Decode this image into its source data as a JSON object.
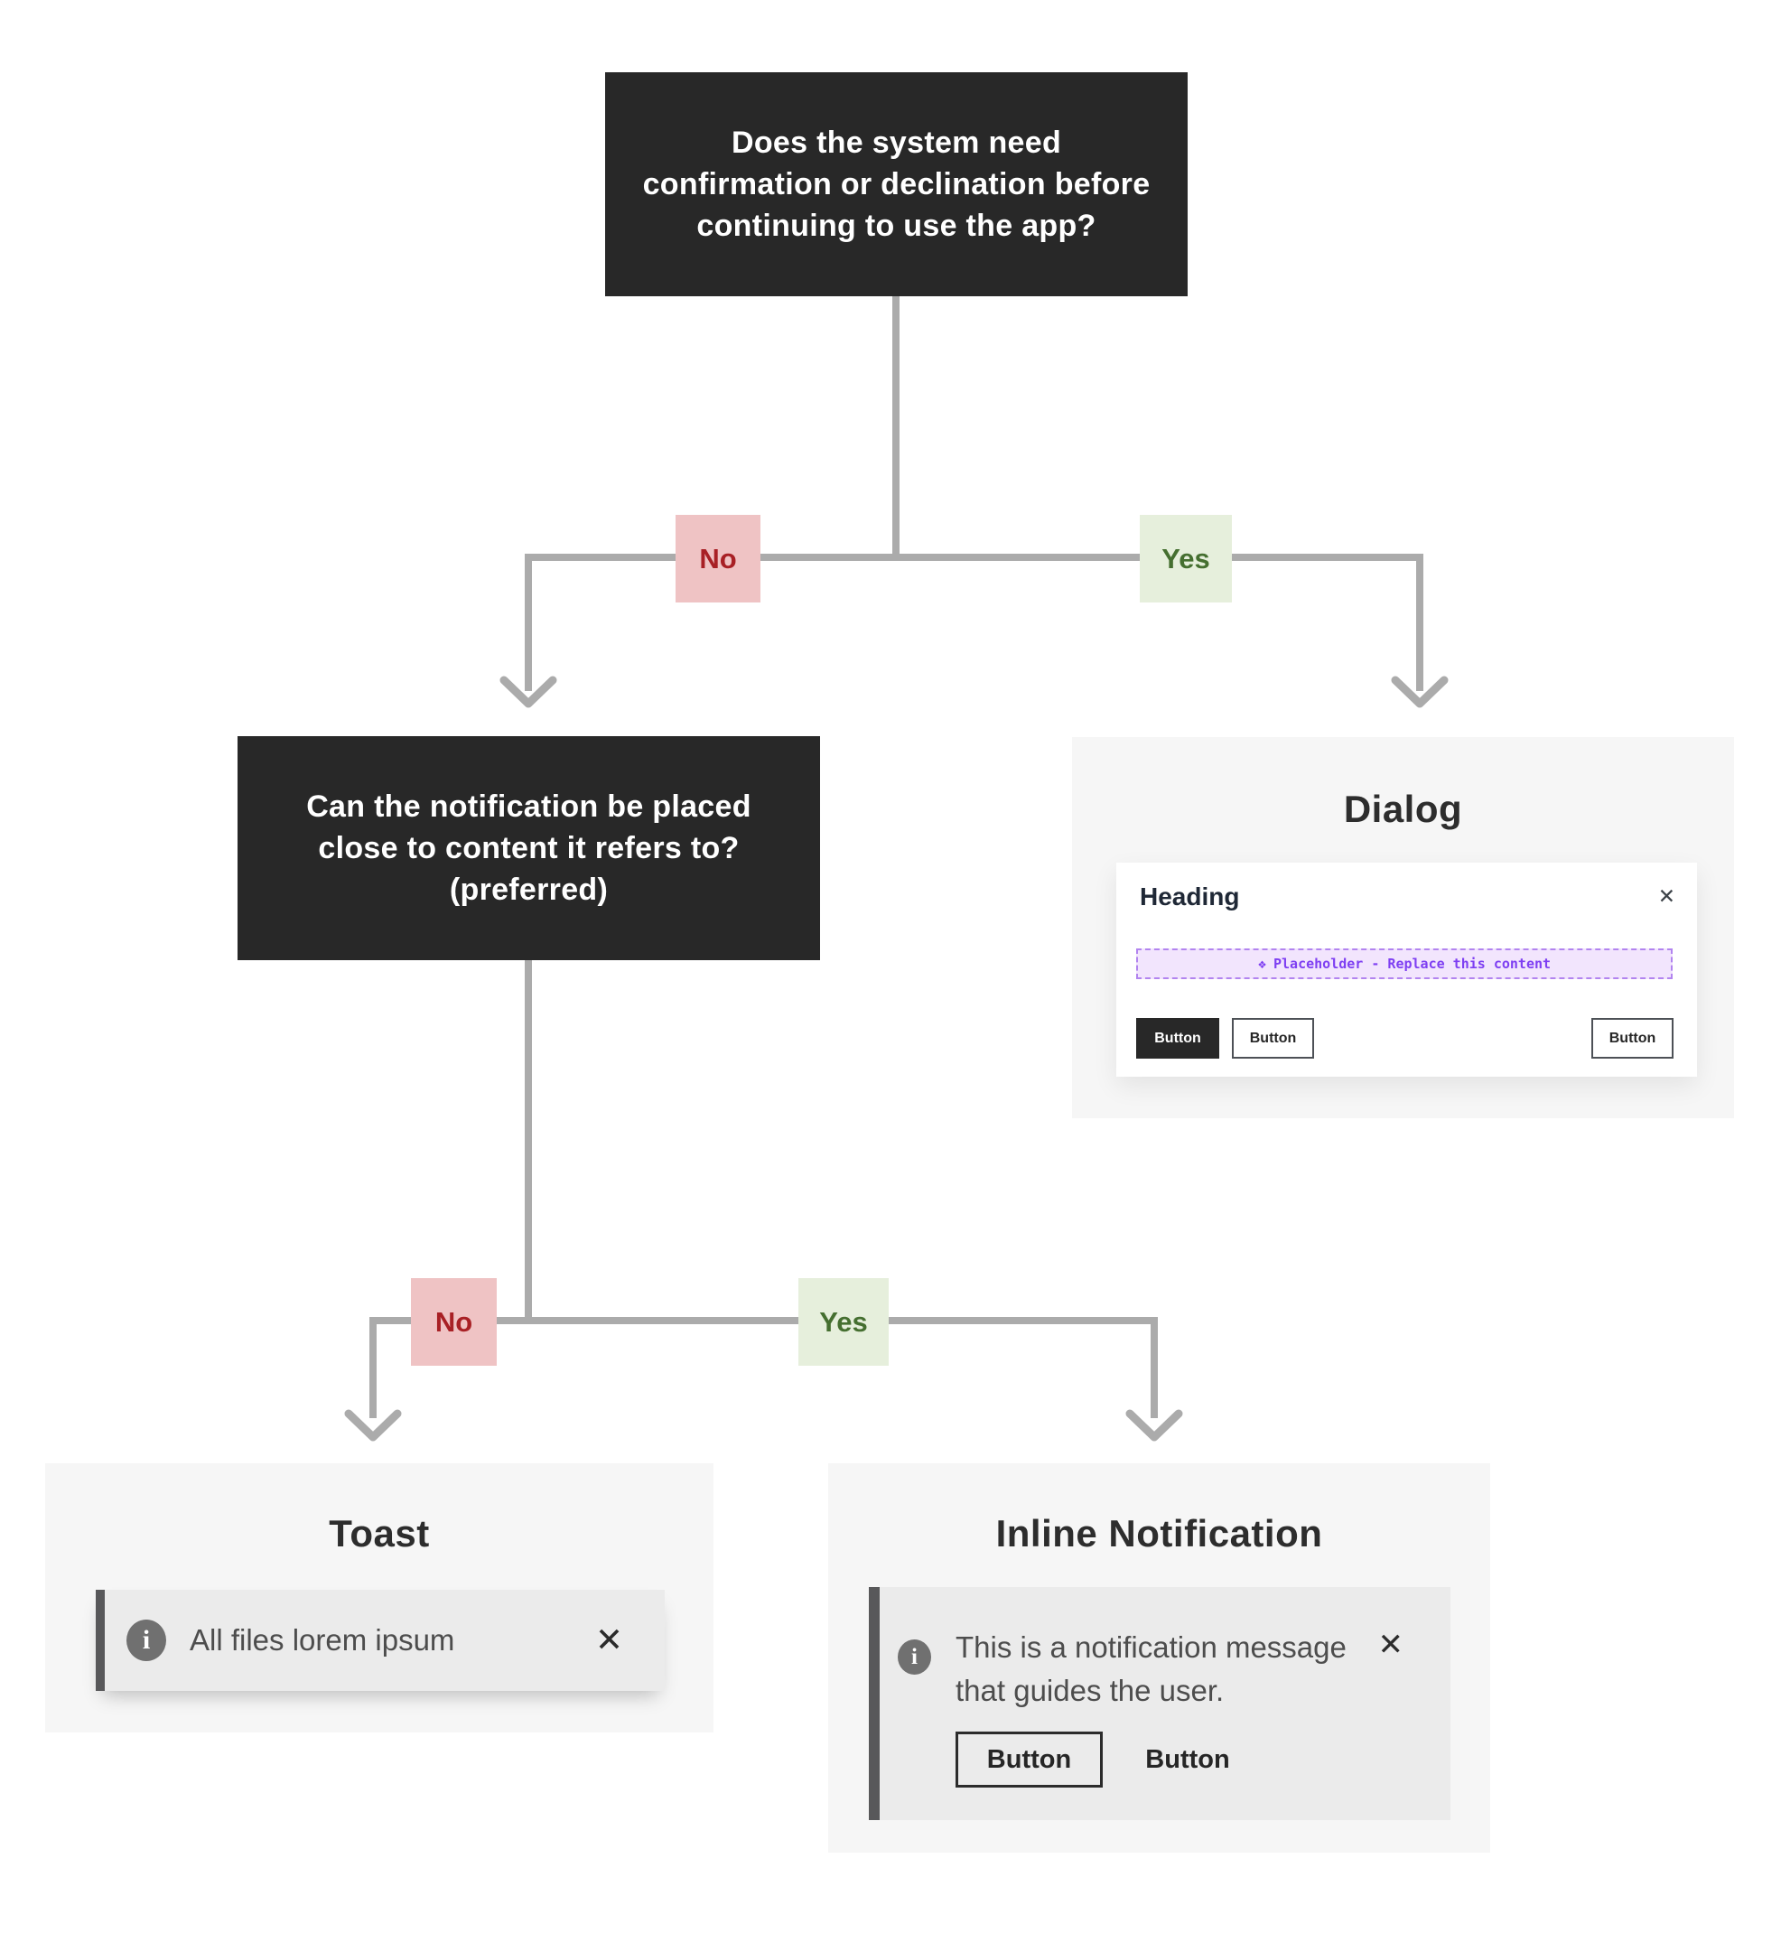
{
  "colors": {
    "node_background": "#282828",
    "connector_gray": "#ababab",
    "no_chip_background": "#efc3c4",
    "no_chip_text": "#a82025",
    "yes_chip_background": "#e6efdc",
    "yes_chip_text": "#456f30",
    "panel_background": "#f6f6f6",
    "notification_background": "#ebebeb",
    "notification_side_bar": "#58585a",
    "placeholder_purple_text": "#7e3ff2",
    "placeholder_purple_background": "#f2e5fd"
  },
  "flow": {
    "root_question": {
      "lines": [
        "Does the system need",
        "confirmation or declination before",
        "continuing to use the app?"
      ]
    },
    "branch1": {
      "no_label": "No",
      "yes_label": "Yes"
    },
    "second_question": {
      "lines": [
        "Can the notification be placed",
        "close to content it refers to?",
        "(preferred)"
      ]
    },
    "branch2": {
      "no_label": "No",
      "yes_label": "Yes"
    }
  },
  "dialog": {
    "panel_title": "Dialog",
    "heading": "Heading",
    "close_glyph": "✕",
    "placeholder": {
      "icon_glyph": "❖",
      "text": "Placeholder -  Replace this content"
    },
    "buttons": {
      "primary": "Button",
      "secondary": "Button",
      "tertiary": "Button"
    }
  },
  "toast": {
    "panel_title": "Toast",
    "info_glyph": "i",
    "message": "All files lorem ipsum",
    "close_glyph": "✕"
  },
  "inline": {
    "panel_title": "Inline Notification",
    "info_glyph": "i",
    "message_lines": [
      "This is a notification message",
      "that guides the user."
    ],
    "close_glyph": "✕",
    "buttons": {
      "primary": "Button",
      "ghost": "Button"
    }
  }
}
